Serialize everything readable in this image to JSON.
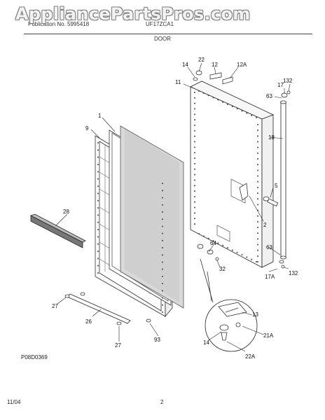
{
  "header": {
    "left": "Publication No. 5995418",
    "right": "UF17ZCA1",
    "section": "DOOR"
  },
  "watermark": "AppliancePartsPros.com",
  "callouts": [
    "22",
    "14",
    "12",
    "12A",
    "11",
    "17",
    "132",
    "63",
    "1",
    "9",
    "18",
    "5",
    "28",
    "2",
    "64",
    "32",
    "63",
    "17A",
    "132",
    "27",
    "26",
    "13",
    "14",
    "21A",
    "27",
    "93",
    "22A"
  ],
  "footer": {
    "code": "P08D0369",
    "date": "11/04",
    "page": "2"
  }
}
